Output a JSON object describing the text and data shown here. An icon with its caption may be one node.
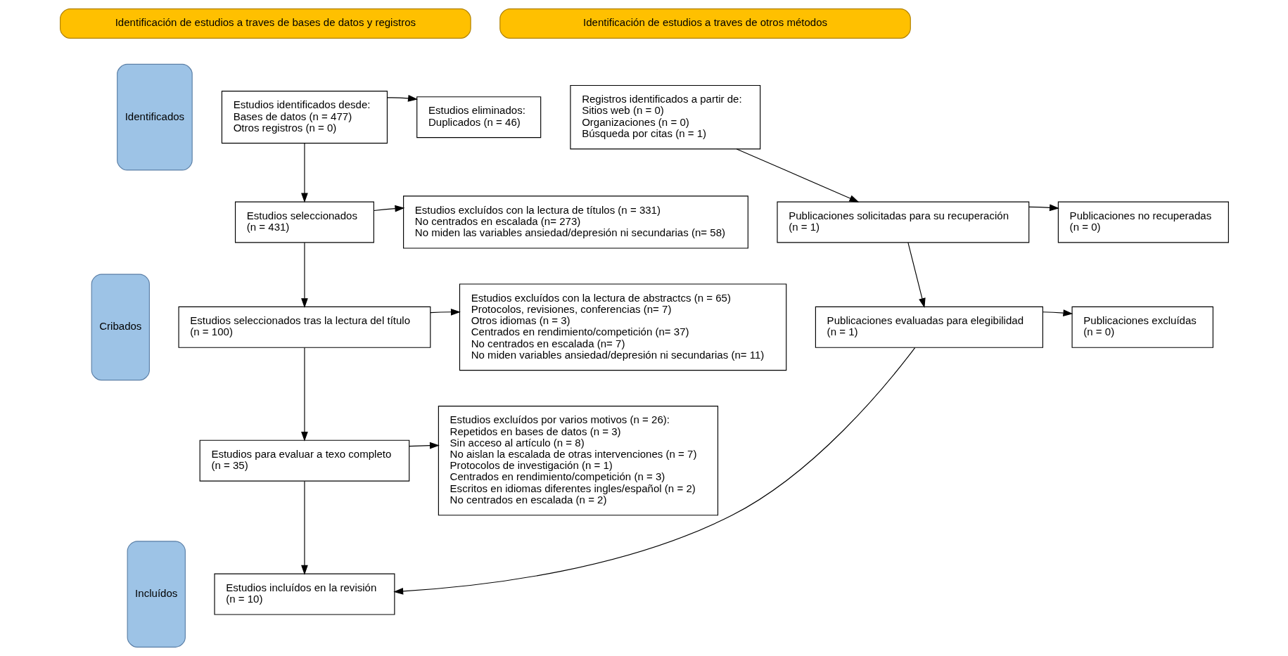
{
  "diagram": {
    "nodes": [
      {
        "text": [
          "Identificación de estudios a traves de bases de datos y registros"
        ]
      },
      {
        "text": [
          "Identificación de estudios a traves de otros métodos"
        ]
      },
      {
        "text": [
          "Identificados"
        ]
      },
      {
        "text": [
          "Cribados"
        ]
      },
      {
        "text": [
          "Incluídos"
        ]
      },
      {
        "text": [
          "Estudios identificados desde:",
          "Bases de datos (n = 477)",
          "Otros registros (n = 0)"
        ]
      },
      {
        "text": [
          "Estudios eliminados:",
          "Duplicados (n = 46)"
        ]
      },
      {
        "text": [
          "Registros identificados a partir de:",
          "Sitios web (n = 0)",
          "Organizaciones (n = 0)",
          "Búsqueda por citas (n = 1)"
        ]
      },
      {
        "text": [
          "Estudios seleccionados",
          "(n = 431)"
        ]
      },
      {
        "text": [
          "Estudios excluídos con la lectura de títulos (n = 331)",
          "No centrados en escalada (n= 273)",
          "No miden las variables ansiedad/depresión ni secundarias (n= 58)"
        ]
      },
      {
        "text": [
          "Publicaciones solicitadas para su recuperación",
          "(n = 1)"
        ]
      },
      {
        "text": [
          "Publicaciones no recuperadas",
          "(n = 0)"
        ]
      },
      {
        "text": [
          "Estudios seleccionados tras la lectura del título",
          "(n = 100)"
        ]
      },
      {
        "text": [
          "Estudios excluídos con la lectura de abstractcs (n = 65)",
          "Protocolos, revisiones, conferencias (n= 7)",
          "Otros idiomas (n = 3)",
          "Centrados en rendimiento/competición (n= 37)",
          "No centrados en escalada (n= 7)",
          "No miden variables ansiedad/depresión ni secundarias (n= 11)"
        ]
      },
      {
        "text": [
          "Publicaciones evaluadas para elegibilidad",
          "(n = 1)"
        ]
      },
      {
        "text": [
          "Publicaciones excluídas",
          "(n = 0)"
        ]
      },
      {
        "text": [
          "Estudios para evaluar a texo completo",
          "(n = 35)"
        ]
      },
      {
        "text": [
          "Estudios excluídos por varios motivos (n = 26):",
          "Repetidos en bases de datos (n = 3)",
          "Sin acceso al artículo (n = 8)",
          "No aislan la escalada de otras intervenciones (n = 7)",
          "Protocolos de investigación (n = 1)",
          "Centrados en rendimiento/competición (n = 3)",
          "Escritos en idiomas diferentes ingles/español (n = 2)",
          "No centrados en escalada (n = 2)"
        ]
      },
      {
        "text": [
          "Estudios incluídos en la revisión",
          "(n = 10)"
        ]
      }
    ],
    "edges": [
      {
        "from": 5,
        "to": 6,
        "arrow": "to"
      },
      {
        "from": 5,
        "to": 8,
        "arrow": "to"
      },
      {
        "from": 8,
        "to": 9,
        "arrow": "to"
      },
      {
        "from": 8,
        "to": 12,
        "arrow": "to"
      },
      {
        "from": 12,
        "to": 13,
        "arrow": "to"
      },
      {
        "from": 12,
        "to": 16,
        "arrow": "to"
      },
      {
        "from": 16,
        "to": 17,
        "arrow": "to"
      },
      {
        "from": 16,
        "to": 18,
        "arrow": "to"
      },
      {
        "from": 7,
        "to": 10,
        "arrow": "to"
      },
      {
        "from": 10,
        "to": 11,
        "arrow": "to"
      },
      {
        "from": 10,
        "to": 14,
        "arrow": "to"
      },
      {
        "from": 14,
        "to": 15,
        "arrow": "to"
      },
      {
        "from": 14,
        "to": 18,
        "arrow": "to"
      }
    ]
  }
}
